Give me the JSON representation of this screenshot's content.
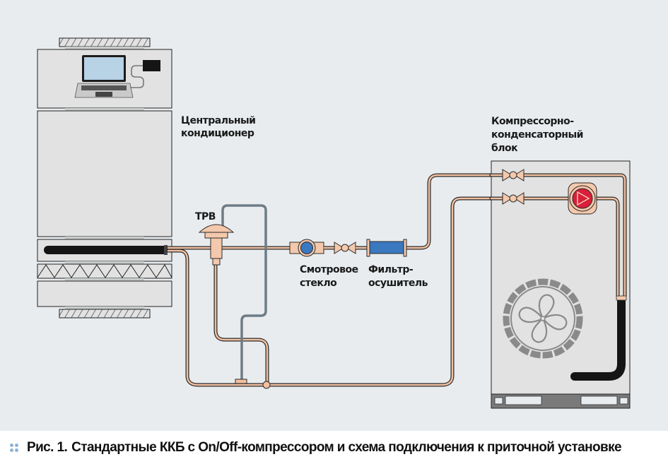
{
  "figure": {
    "caption_prefix": "Рис. 1.",
    "caption_text": "Стандартные ККБ с On/Off-компрессором и схема подключения к приточной установке"
  },
  "labels": {
    "central_ac_line1": "Центральный",
    "central_ac_line2": "кондиционер",
    "trv": "ТРВ",
    "sight_glass_line1": "Смотровое",
    "sight_glass_line2": "стекло",
    "filter_line1": "Фильтр-",
    "filter_line2": "осушитель",
    "ccu_line1": "Компрессорно-",
    "ccu_line2": "конденсаторный",
    "ccu_line3": "блок"
  },
  "icons": {
    "laptop": "laptop-icon",
    "power_adapter": "power-adapter-icon",
    "fan": "fan-icon",
    "compressor": "compressor-icon",
    "valve": "valve-icon",
    "sight_glass": "sight-glass-icon",
    "filter_drier": "filter-drier-icon",
    "expansion_valve": "expansion-valve-icon"
  },
  "colors": {
    "background": "#e8ecef",
    "unit_fill": "#e2e2e2",
    "copper_pipe": "#f2c0a0",
    "pipe_outline": "#2a2a2a",
    "capillary": "#6e7c86",
    "filter_blue": "#3a78c0",
    "compressor_red": "#d81f3c",
    "insulated_pipe": "#151515",
    "caption_dots": "#8fb3d9"
  }
}
